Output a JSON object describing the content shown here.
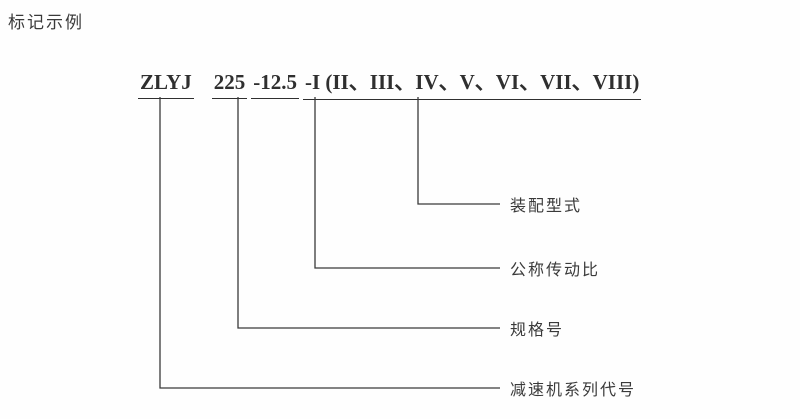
{
  "page": {
    "title": "标记示例"
  },
  "code": {
    "series": "ZLYJ",
    "size": "225",
    "ratio": "-12.5",
    "assembly": "-I (II、III、IV、V、VI、VII、VIII)"
  },
  "callouts": {
    "assembly": "装配型式",
    "ratio": "公称传动比",
    "size": "规格号",
    "series": "减速机系列代号"
  },
  "colors": {
    "line": "#3a3a3a",
    "text": "#2f2f2f"
  }
}
